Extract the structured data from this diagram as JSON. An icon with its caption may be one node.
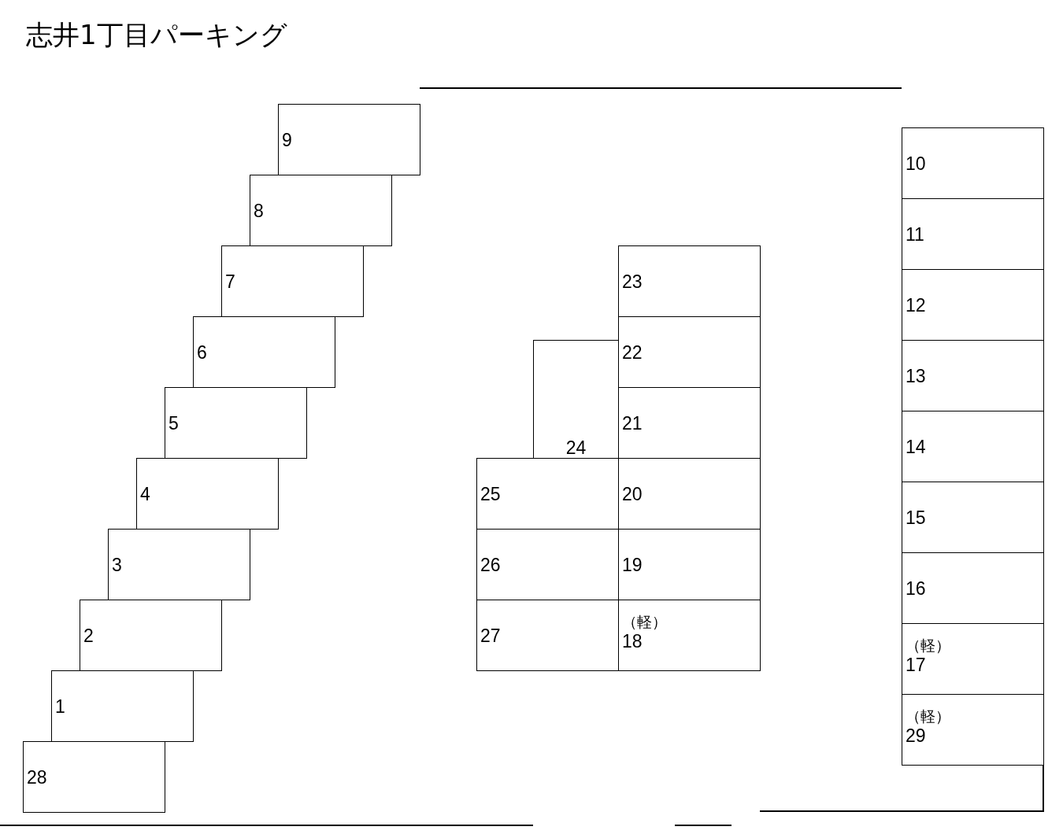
{
  "diagram": {
    "title": "志井1丁目パーキング",
    "nodes": [
      {
        "text": [
          "9"
        ]
      },
      {
        "text": [
          "8"
        ]
      },
      {
        "text": [
          "7"
        ]
      },
      {
        "text": [
          "6"
        ]
      },
      {
        "text": [
          "5"
        ]
      },
      {
        "text": [
          "4"
        ]
      },
      {
        "text": [
          "3"
        ]
      },
      {
        "text": [
          "2"
        ]
      },
      {
        "text": [
          "1"
        ]
      },
      {
        "text": [
          "28"
        ]
      },
      {
        "text": [
          "23"
        ]
      },
      {
        "text": [
          "22"
        ]
      },
      {
        "text": [
          "24"
        ]
      },
      {
        "text": [
          "21"
        ]
      },
      {
        "text": [
          "25"
        ]
      },
      {
        "text": [
          "20"
        ]
      },
      {
        "text": [
          "26"
        ]
      },
      {
        "text": [
          "19"
        ]
      },
      {
        "text": [
          "27"
        ]
      },
      {
        "text": [
          "（軽）",
          "18"
        ]
      },
      {
        "text": [
          "10"
        ]
      },
      {
        "text": [
          "11"
        ]
      },
      {
        "text": [
          "12"
        ]
      },
      {
        "text": [
          "13"
        ]
      },
      {
        "text": [
          "14"
        ]
      },
      {
        "text": [
          "15"
        ]
      },
      {
        "text": [
          "16"
        ]
      },
      {
        "text": [
          "（軽）",
          "17"
        ]
      },
      {
        "text": [
          "（軽）",
          "29"
        ]
      }
    ]
  }
}
